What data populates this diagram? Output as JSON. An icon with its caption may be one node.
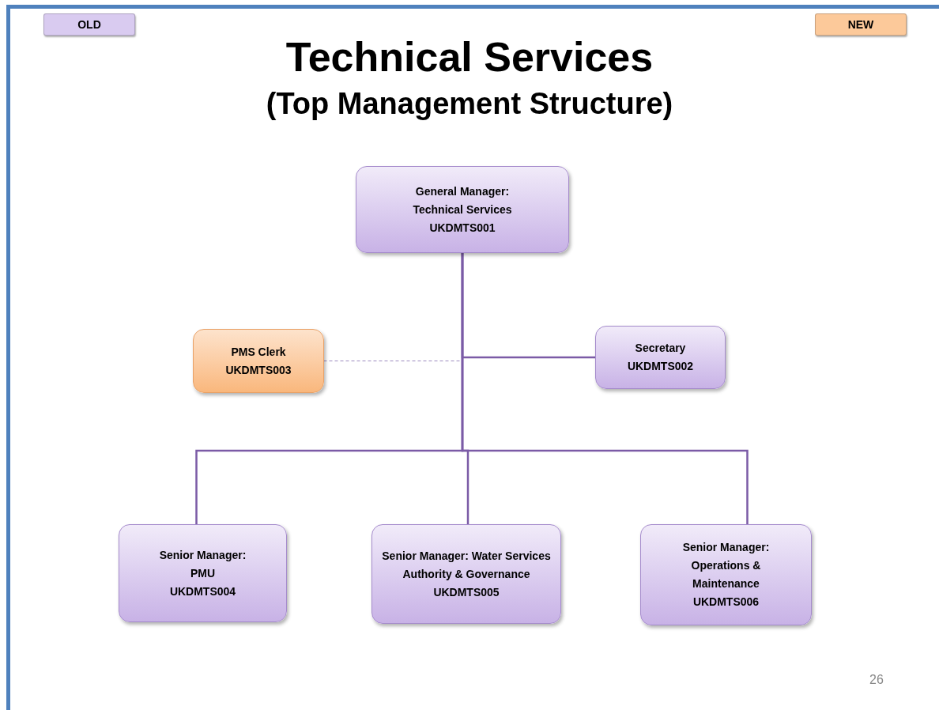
{
  "diagram": {
    "title": "Technical Services",
    "caption": "(Top Management Structure)",
    "nodes": [
      {
        "text": [
          "General Manager: Technical Services",
          "UKDMTS001"
        ]
      },
      {
        "text": [
          "PMS Clerk",
          "UKDMTS003"
        ]
      },
      {
        "text": [
          "Secretary",
          "UKDMTS002"
        ]
      },
      {
        "text": [
          "Senior Manager: PMU",
          "UKDMTS004"
        ]
      },
      {
        "text": [
          "Senior Manager: Water Services Authority & Governance",
          "UKDMTS005"
        ]
      },
      {
        "text": [
          "Senior Manager: Operations & Maintenance",
          "UKDMTS006"
        ]
      }
    ],
    "edges": [
      {
        "from": 0,
        "to": 1,
        "arrow": "none",
        "style": "dashed"
      },
      {
        "from": 0,
        "to": 2,
        "arrow": "none"
      },
      {
        "from": 0,
        "to": 3,
        "arrow": "none"
      },
      {
        "from": 0,
        "to": 4,
        "arrow": "none"
      },
      {
        "from": 0,
        "to": 5,
        "arrow": "none"
      }
    ],
    "labels": [
      "26"
    ],
    "legend": [
      {
        "text": "OLD",
        "color": "#d9cbf0"
      },
      {
        "text": "NEW",
        "color": "#fcc99a"
      }
    ]
  }
}
